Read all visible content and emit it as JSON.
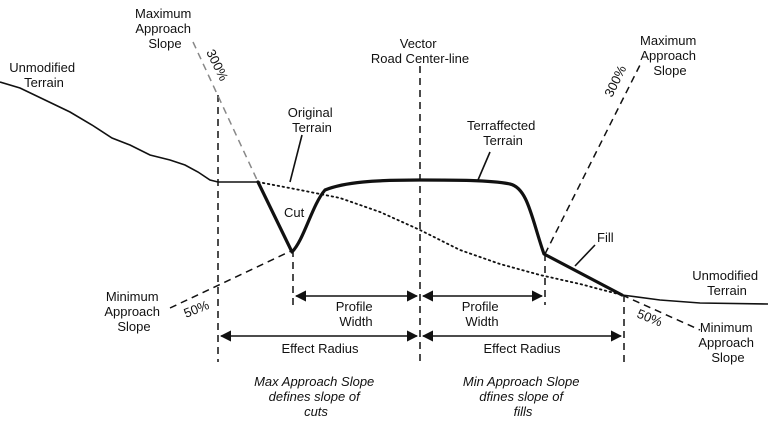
{
  "labels": {
    "max_approach_left": [
      "Maximum",
      "Approach",
      "Slope"
    ],
    "max_approach_right": [
      "Maximum",
      "Approach",
      "Slope"
    ],
    "unmodified_left": [
      "Unmodified",
      "Terrain"
    ],
    "unmodified_right": [
      "Unmodified",
      "Terrain"
    ],
    "centerline": [
      "Vector",
      "Road Center-line"
    ],
    "original_terrain": [
      "Original",
      "Terrain"
    ],
    "terraffected": [
      "Terraffected",
      "Terrain"
    ],
    "cut": "Cut",
    "fill": "Fill",
    "min_approach_left": [
      "Minimum",
      "Approach",
      "Slope"
    ],
    "min_approach_right": [
      "Minimum",
      "Approach",
      "Slope"
    ],
    "pct_300_left": "300%",
    "pct_300_right": "300%",
    "pct_50_left": "50%",
    "pct_50_right": "50%",
    "profile_width_left": [
      "Profile",
      "Width"
    ],
    "profile_width_right": [
      "Profile",
      "Width"
    ],
    "effect_radius_left": "Effect Radius",
    "effect_radius_right": "Effect Radius",
    "caption_left": [
      "Max Approach Slope",
      "defines slope of",
      "cuts"
    ],
    "caption_right": [
      "Min Approach Slope",
      "dfines slope of",
      "fills"
    ]
  }
}
